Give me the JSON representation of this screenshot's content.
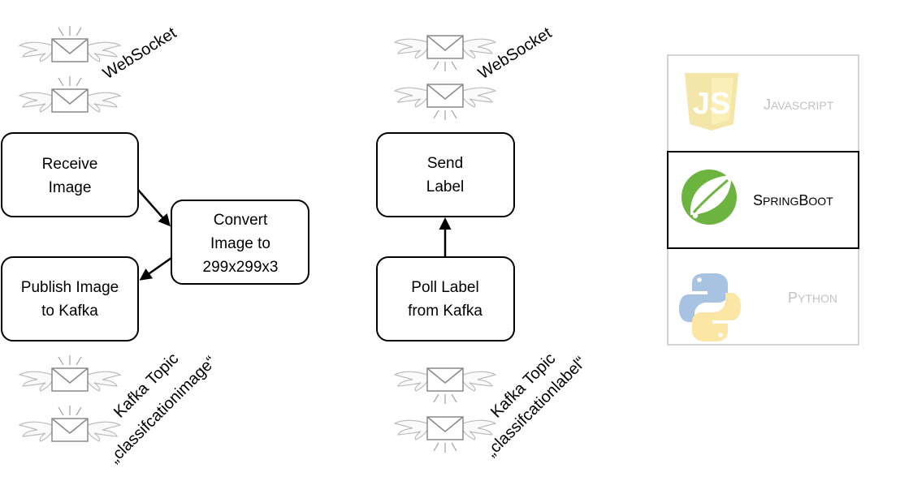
{
  "left_column": {
    "websocket_label": "WebSocket",
    "receive_image": {
      "line1": "Receive",
      "line2": "Image"
    },
    "convert_image": {
      "line1": "Convert",
      "line2": "Image to",
      "line3": "299x299x3"
    },
    "publish_image": {
      "line1": "Publish Image",
      "line2": "to Kafka"
    },
    "kafka_topic": {
      "line1": "Kafka Topic",
      "line2": "„classifcationimage“"
    }
  },
  "middle_column": {
    "websocket_label": "WebSocket",
    "send_label": {
      "line1": "Send",
      "line2": "Label"
    },
    "poll_label": {
      "line1": "Poll Label",
      "line2": "from Kafka"
    },
    "kafka_topic": {
      "line1": "Kafka Topic",
      "line2": "„classifcationlabel“"
    }
  },
  "tech_stack": {
    "javascript": {
      "first": "J",
      "rest": "AVASCRIPT",
      "logo_text": "JS",
      "active": false
    },
    "springboot": {
      "first": "S",
      "rest": "PRING",
      "first2": "B",
      "rest2": "OOT",
      "active": true
    },
    "python": {
      "first": "P",
      "rest": "YTHON",
      "active": false
    }
  },
  "icons": [
    "envelope-wings-icon",
    "javascript-logo-icon",
    "spring-leaf-icon",
    "python-logo-icon"
  ],
  "colors": {
    "spring_green": "#6db33f",
    "js_yellow": "#f7df1e",
    "python_blue": "#3776ab",
    "python_yellow": "#ffd43b",
    "inactive_text": "#b0b0b0"
  }
}
